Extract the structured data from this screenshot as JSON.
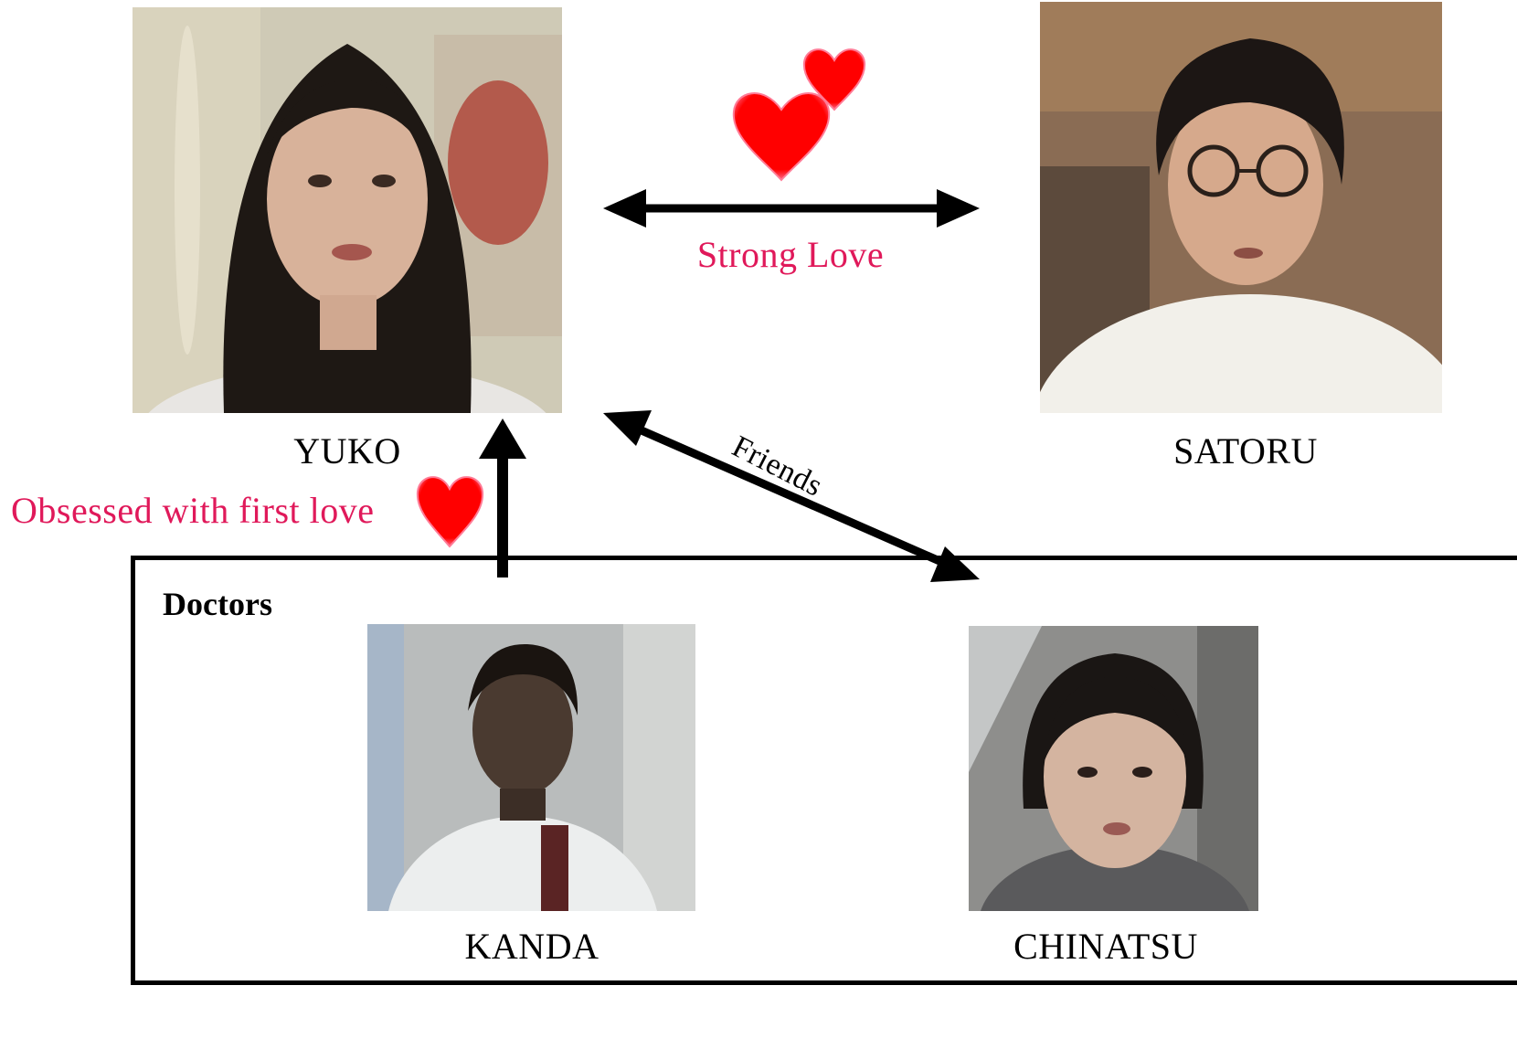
{
  "group": {
    "label": "Doctors"
  },
  "characters": {
    "yuko": {
      "name": "YUKO"
    },
    "satoru": {
      "name": "SATORU"
    },
    "kanda": {
      "name": "KANDA"
    },
    "chinatsu": {
      "name": "CHINATSU"
    }
  },
  "relations": {
    "strong_love": "Strong Love",
    "friends": "Friends",
    "obsessed": "Obsessed with first love"
  },
  "colors": {
    "love_text": "#e0195a",
    "heart": "#ff0000",
    "arrow": "#000000"
  }
}
